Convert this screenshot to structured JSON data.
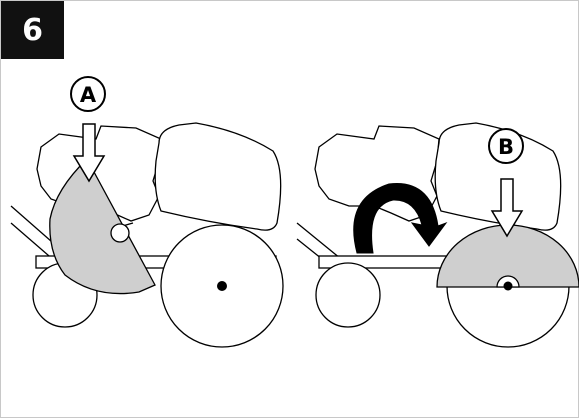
{
  "step": {
    "number": "6"
  },
  "callouts": {
    "a": "A",
    "b": "B"
  },
  "colors": {
    "badge": "#111111",
    "blade_fill": "#cfcfcf",
    "outline": "#000000",
    "arrow": "#000000"
  },
  "icons": {
    "down_arrow": "down-arrow-icon",
    "rotate": "rotate-arrow-icon"
  }
}
